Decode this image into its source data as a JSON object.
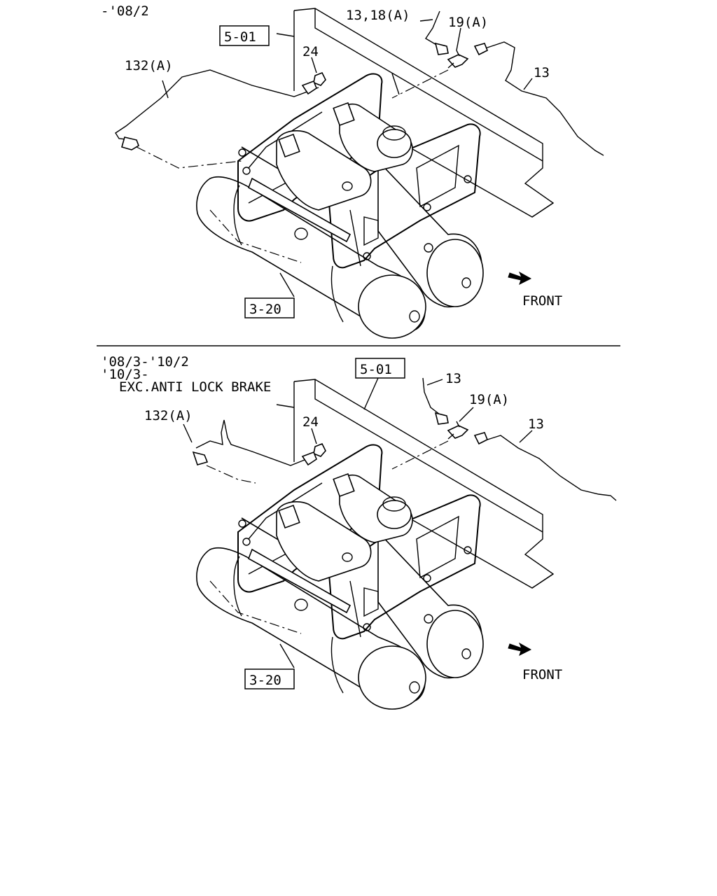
{
  "sections": [
    {
      "note_lines": [
        "-'08/2"
      ],
      "callouts": {
        "ref_frame": "5-01",
        "ref_tank": "3-20",
        "pipe_left": "132(A)",
        "nut": "24",
        "pipe_top": "13,18(A)",
        "tee": "19(A)",
        "pipe_right": "13",
        "front": "FRONT"
      }
    },
    {
      "note_lines": [
        "'08/3-'10/2",
        "'10/3-",
        "EXC.ANTI LOCK BRAKE"
      ],
      "callouts": {
        "ref_frame": "5-01",
        "ref_tank": "3-20",
        "pipe_left": "132(A)",
        "nut": "24",
        "pipe_top": "13",
        "tee": "19(A)",
        "pipe_right": "13",
        "front": "FRONT"
      }
    }
  ]
}
